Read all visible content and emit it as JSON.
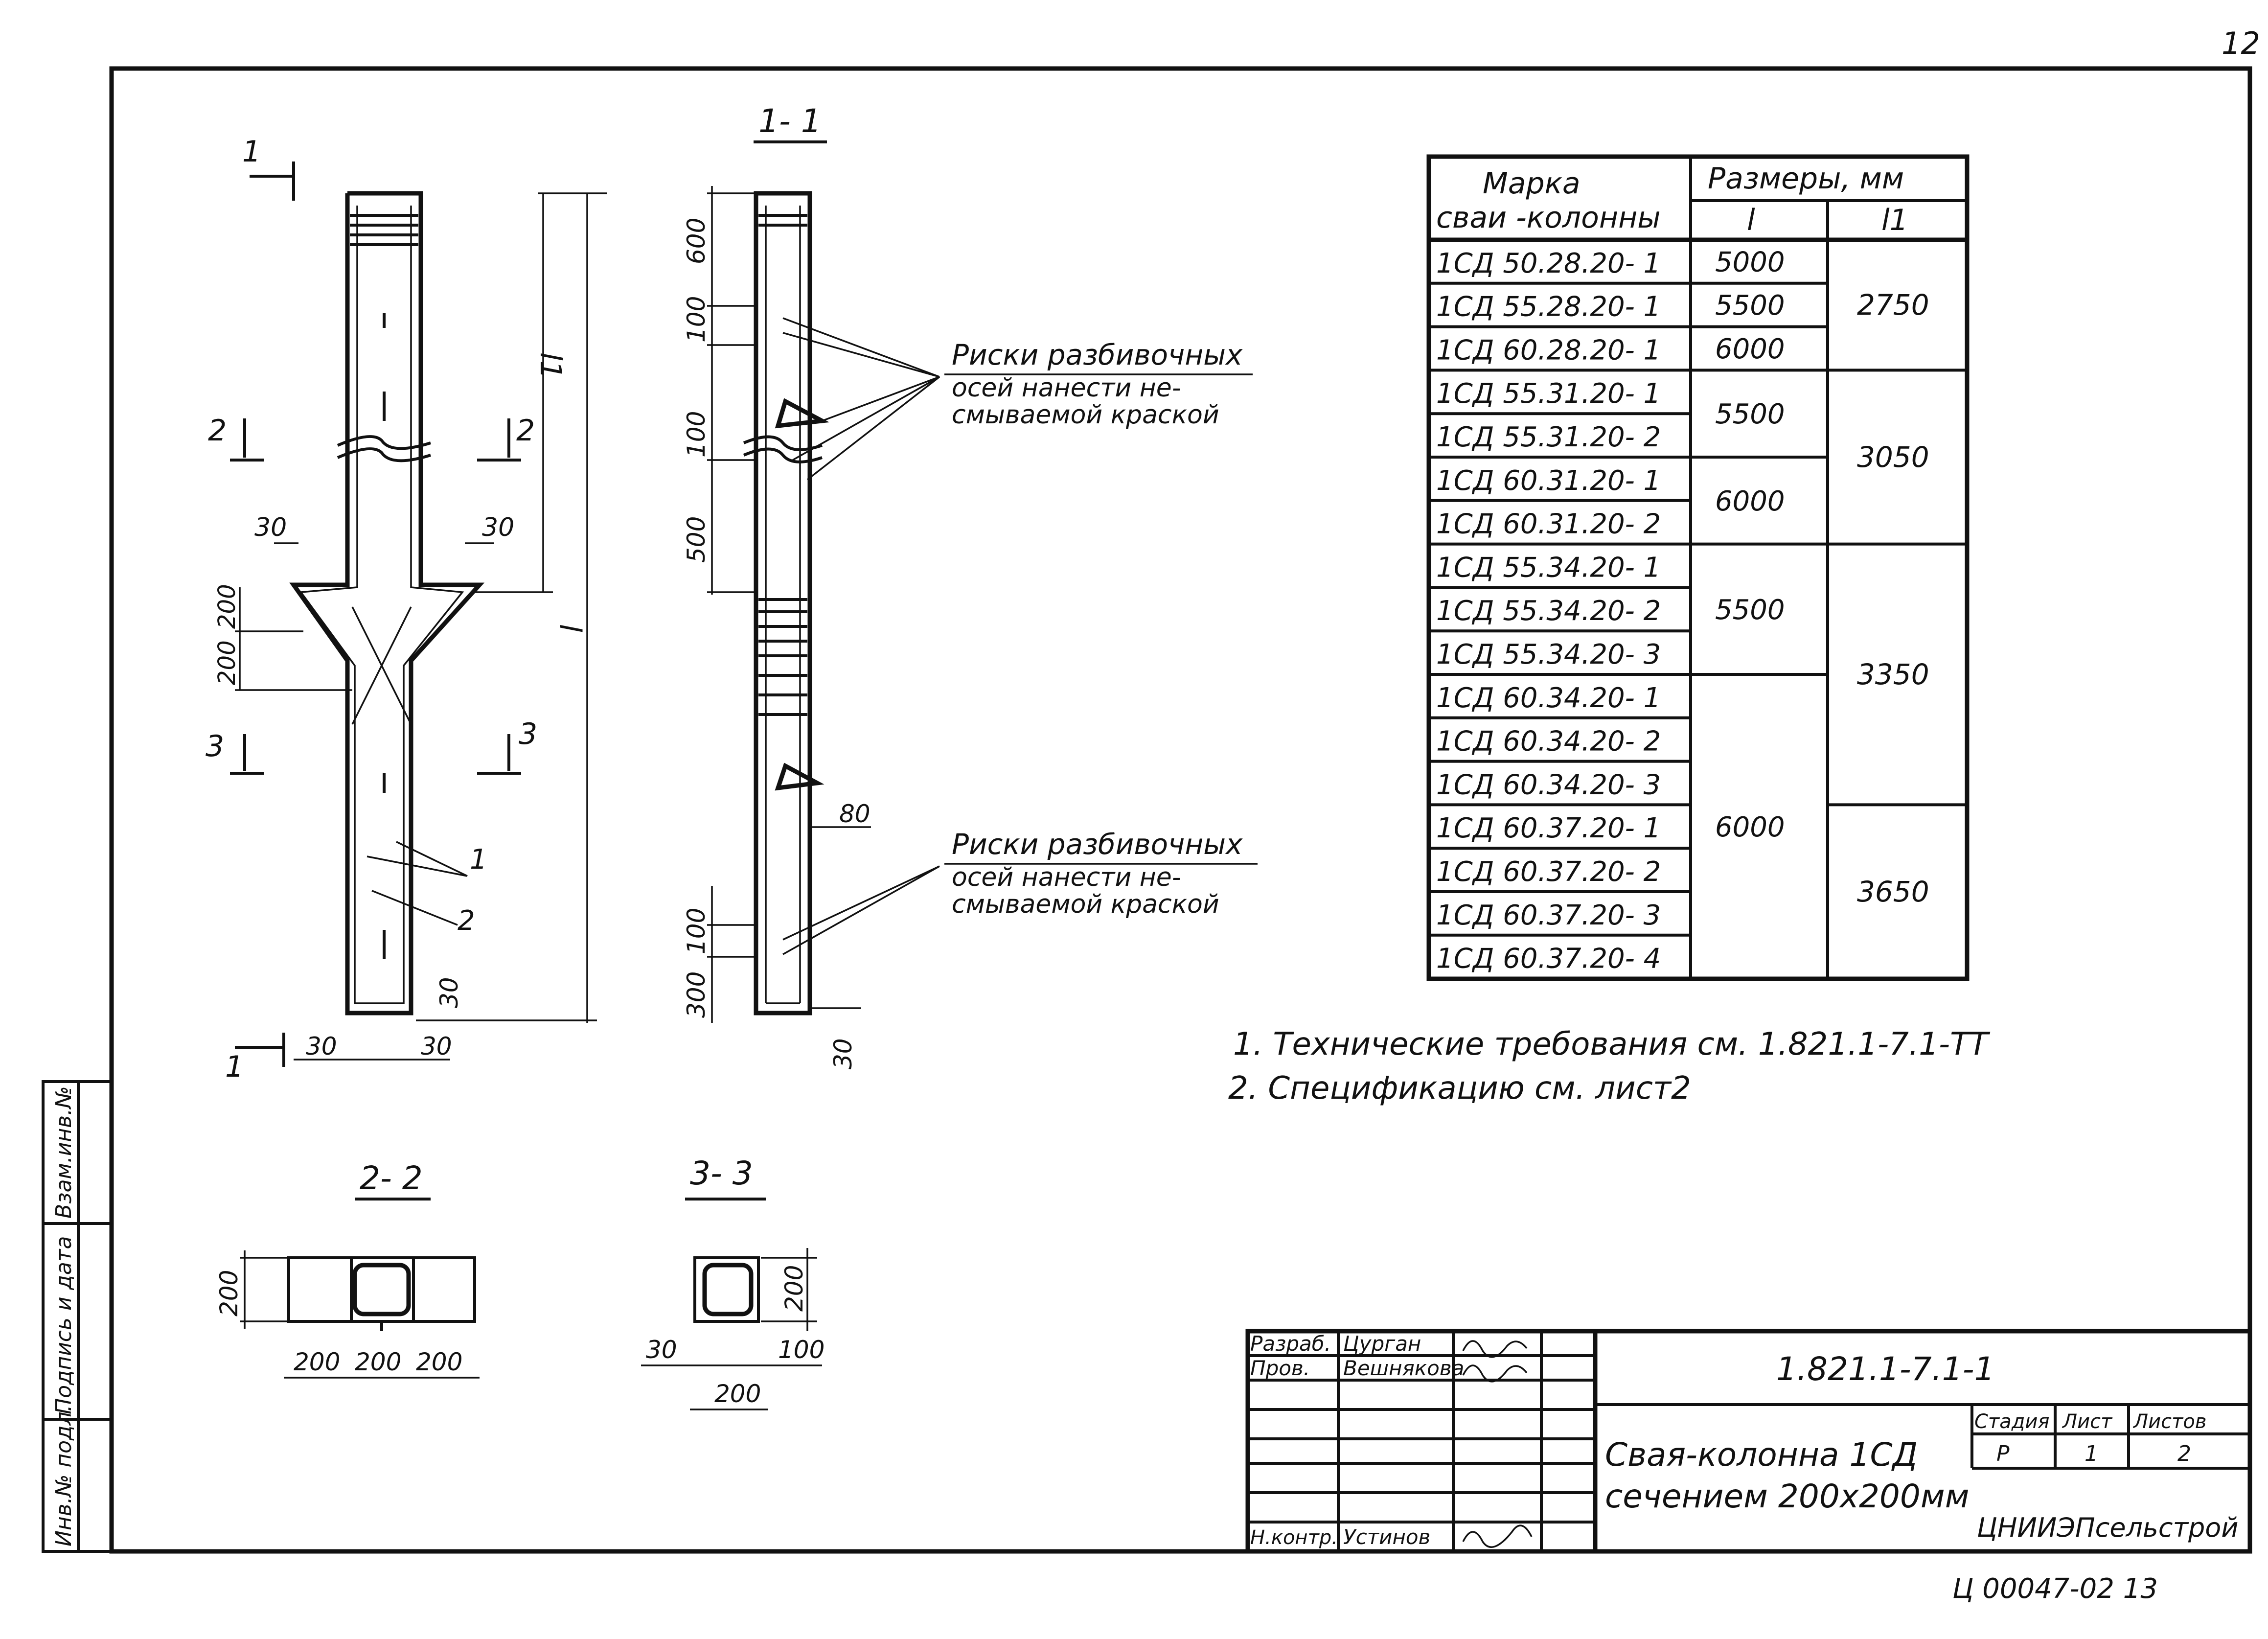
{
  "page_number": "12",
  "bottom_code": "Ц 00047-02  13",
  "side_stamp": [
    "Инв.№ подл.",
    "Подпись и дата",
    "Взам.инв.№"
  ],
  "elevation": {
    "section_1_mark": "1",
    "section_2_mark": "2",
    "section_3_mark": "3",
    "dim_l": "l",
    "dim_l1": "l1",
    "dim_30": "30",
    "dim_200": "200",
    "callout_1": "1",
    "callout_2": "2"
  },
  "section_1_1": {
    "title": "1- 1",
    "dims": [
      "600",
      "100",
      "100",
      "500",
      "80",
      "100",
      "300",
      "30"
    ],
    "note_text": "Риски разбивочных осей нанести несмываемой краской",
    "note_line1": "Риски разбивочных",
    "note_line2": "осей нанести не-",
    "note_line3": "смываемой краской"
  },
  "section_2_2": {
    "title": "2- 2",
    "dims": [
      "200",
      "200",
      "200",
      "200"
    ]
  },
  "section_3_3": {
    "title": "3- 3",
    "dims": [
      "30",
      "100",
      "200",
      "200"
    ]
  },
  "table": {
    "header_mark": "Марка сваи -колонны",
    "header_mark_1": "Марка",
    "header_mark_2": "сваи -колонны",
    "header_sizes": "Размеры, мм",
    "header_l": "l",
    "header_l1": "l1",
    "rows": [
      "1СД 50.28.20- 1",
      "1СД 55.28.20- 1",
      "1СД 60.28.20- 1",
      "1СД 55.31.20- 1",
      "1СД 55.31.20- 2",
      "1СД 60.31.20- 1",
      "1СД 60.31.20- 2",
      "1СД 55.34.20- 1",
      "1СД 55.34.20- 2",
      "1СД 55.34.20- 3",
      "1СД 60.34.20- 1",
      "1СД 60.34.20- 2",
      "1СД 60.34.20- 3",
      "1СД 60.37.20- 1",
      "1СД 60.37.20- 2",
      "1СД 60.37.20- 3",
      "1СД 60.37.20- 4"
    ],
    "l_values": [
      "5000",
      "5500",
      "6000",
      "5500",
      "6000",
      "5500",
      "6000"
    ],
    "l1_values": [
      "2750",
      "3050",
      "3350",
      "3650"
    ]
  },
  "notes": [
    "1. Технические требования см. 1.821.1-7.1-ТТ",
    "2. Спецификацию см. лист2"
  ],
  "title_block": {
    "razrab_label": "Разраб.",
    "razrab_name": "Цурган",
    "prov_label": "Пров.",
    "prov_name": "Вешнякова",
    "nkontr_label": "Н.контр.",
    "nkontr_name": "Устинов",
    "doc_code": "1.821.1-7.1-1",
    "title_line1": "Свая-колонна 1СД",
    "title_line2": "сечением 200x200мм",
    "stage_label": "Стадия",
    "sheet_label": "Лист",
    "sheets_label": "Листов",
    "stage_value": "Р",
    "sheet_value": "1",
    "sheets_value": "2",
    "org": "ЦНИИЭПсельстрой"
  }
}
